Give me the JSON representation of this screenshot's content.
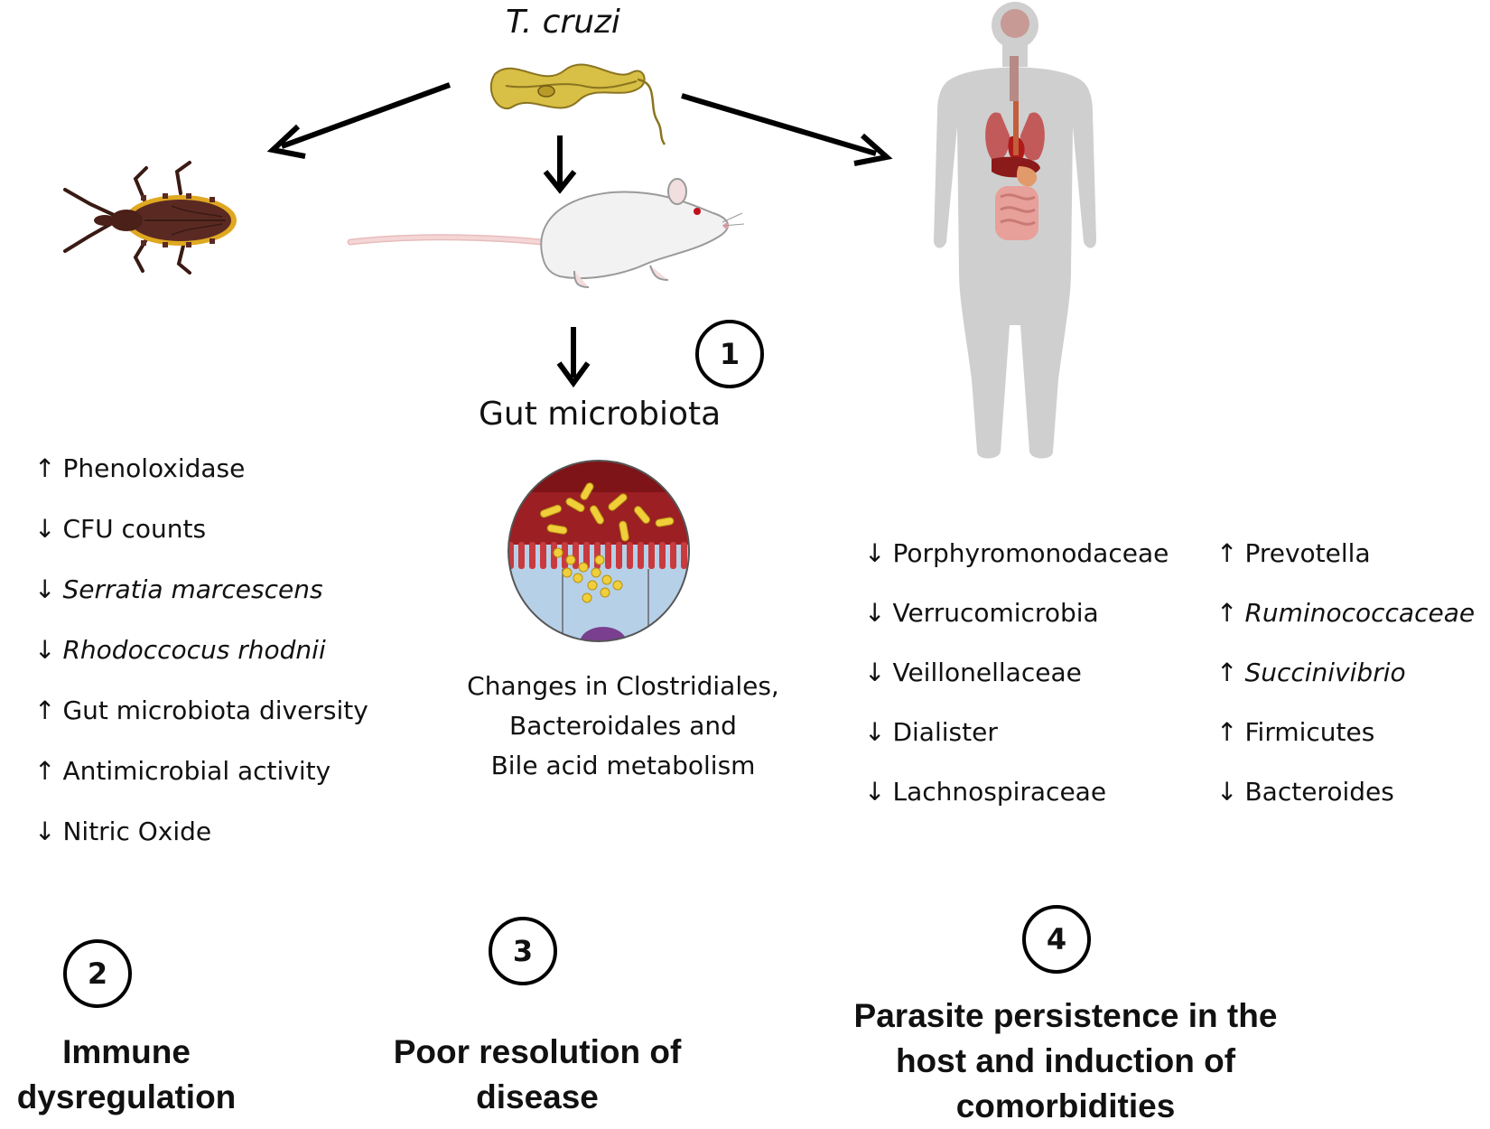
{
  "pathogen": {
    "name": "T. cruzi"
  },
  "mouse": {
    "gut_title": "Gut microbiota",
    "changes_lines": [
      "Changes in Clostridiales,",
      "Bacteroidales  and",
      "Bile acid metabolism"
    ]
  },
  "vector_effects": [
    {
      "arrow": "↑",
      "text": "Phenoloxidase",
      "italic": false
    },
    {
      "arrow": "↓",
      "text": "CFU counts",
      "italic": false
    },
    {
      "arrow": "↓",
      "text": "Serratia marcescens",
      "italic": true
    },
    {
      "arrow": "↓",
      "text": "Rhodoccocus rhodnii",
      "italic": true
    },
    {
      "arrow": "↑",
      "text": "Gut microbiota diversity",
      "italic": false
    },
    {
      "arrow": "↑",
      "text": "Antimicrobial activity",
      "italic": false
    },
    {
      "arrow": "↓",
      "text": "Nitric Oxide",
      "italic": false
    }
  ],
  "human_effects_col1": [
    {
      "arrow": "↓",
      "text": "Porphyromonodaceae",
      "italic": false
    },
    {
      "arrow": "↓",
      "text": "Verrucomicrobia",
      "italic": false
    },
    {
      "arrow": "↓",
      "text": "Veillonellaceae",
      "italic": false
    },
    {
      "arrow": "↓",
      "text": "Dialister",
      "italic": false
    },
    {
      "arrow": "↓",
      "text": "Lachnospiraceae",
      "italic": false
    }
  ],
  "human_effects_col2": [
    {
      "arrow": "↑",
      "text": "Prevotella",
      "italic": false
    },
    {
      "arrow": "↑",
      "text": "Ruminococcaceae",
      "italic": true
    },
    {
      "arrow": "↑",
      "text": "Succinivibrio",
      "italic": true
    },
    {
      "arrow": "↑",
      "text": "Firmicutes",
      "italic": false
    },
    {
      "arrow": "↓",
      "text": "Bacteroides",
      "italic": false
    }
  ],
  "badges": {
    "b1": "1",
    "b2": "2",
    "b3": "3",
    "b4": "4"
  },
  "outcomes": {
    "immune": [
      "Immune",
      "dysregulation"
    ],
    "resolution": [
      "Poor resolution of",
      "disease"
    ],
    "persistence": [
      "Parasite persistence in the",
      "host and induction of",
      "comorbidities"
    ]
  },
  "colors": {
    "parasite": "#d8bf45",
    "bug": "#5a2a22",
    "bug_stripe": "#e0a820",
    "mouse": "#f2f2f2",
    "tail": "#efc8c8",
    "human": "#cfcfcf",
    "lumen": "#9b1f23",
    "bacteria": "#f0cf3a",
    "epithelium": "#b6d0e8",
    "nucleus": "#7a3f8f"
  }
}
